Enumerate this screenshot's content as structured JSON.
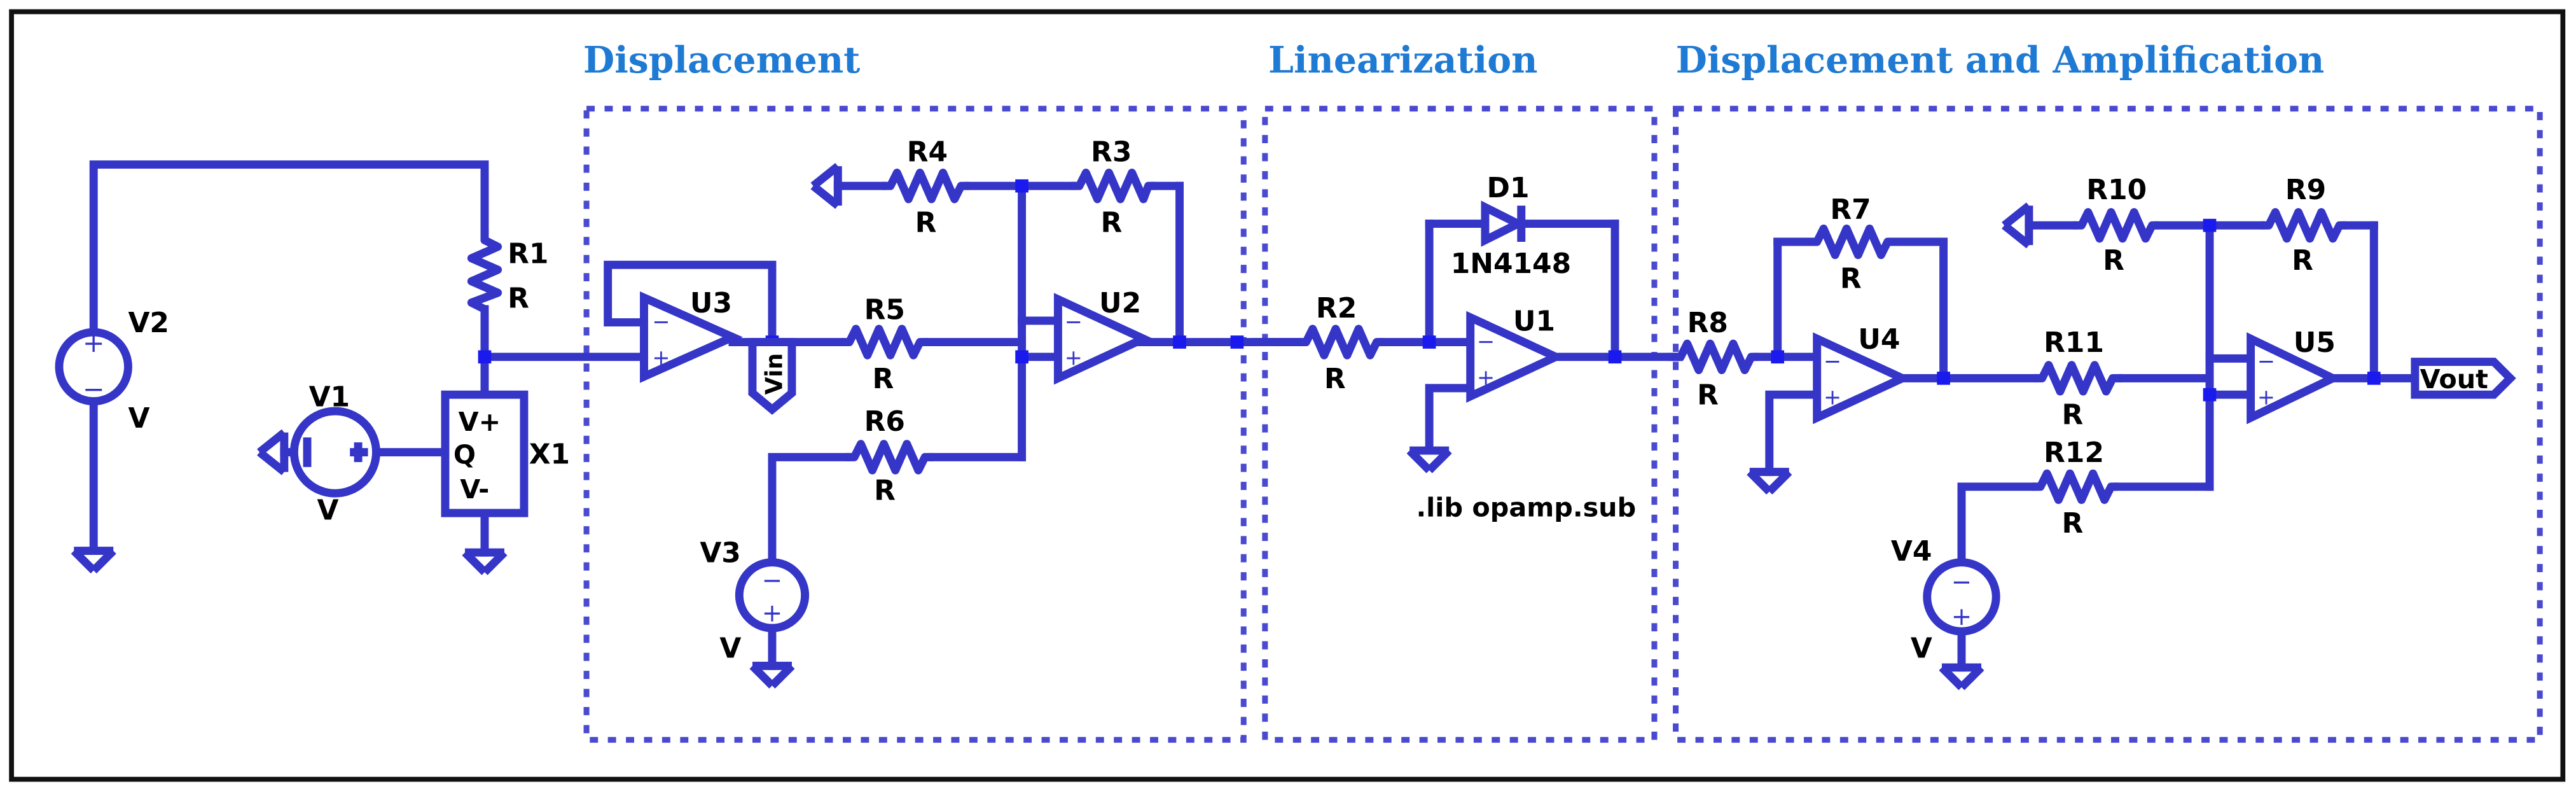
{
  "sections": {
    "displacement": "Displacement",
    "linearization": "Linearization",
    "displacement_amplification": "Displacement and Amplification"
  },
  "components": {
    "V2": {
      "name": "V2",
      "value": "V"
    },
    "V1": {
      "name": "V1",
      "value": "V"
    },
    "V3": {
      "name": "V3",
      "value": "V"
    },
    "V4": {
      "name": "V4",
      "value": "V"
    },
    "R1": {
      "name": "R1",
      "value": "R"
    },
    "R2": {
      "name": "R2",
      "value": "R"
    },
    "R3": {
      "name": "R3",
      "value": "R"
    },
    "R4": {
      "name": "R4",
      "value": "R"
    },
    "R5": {
      "name": "R5",
      "value": "R"
    },
    "R6": {
      "name": "R6",
      "value": "R"
    },
    "R7": {
      "name": "R7",
      "value": "R"
    },
    "R8": {
      "name": "R8",
      "value": "R"
    },
    "R9": {
      "name": "R9",
      "value": "R"
    },
    "R10": {
      "name": "R10",
      "value": "R"
    },
    "R11": {
      "name": "R11",
      "value": "R"
    },
    "R12": {
      "name": "R12",
      "value": "R"
    },
    "U1": {
      "name": "U1"
    },
    "U2": {
      "name": "U2"
    },
    "U3": {
      "name": "U3"
    },
    "U4": {
      "name": "U4"
    },
    "U5": {
      "name": "U5"
    },
    "D1": {
      "name": "D1",
      "value": "1N4148"
    },
    "X1": {
      "name": "X1",
      "pin_top": "V+",
      "pin_mid": "Q",
      "pin_bot": "V-"
    }
  },
  "net_labels": {
    "vin": "Vin",
    "vout": "Vout"
  },
  "directive": ".lib opamp.sub",
  "pin_signs": {
    "plus": "+",
    "minus": "−"
  },
  "colors": {
    "wire": "#3535c8",
    "section_title": "#1f7ad3",
    "junction": "#1a1aee"
  }
}
